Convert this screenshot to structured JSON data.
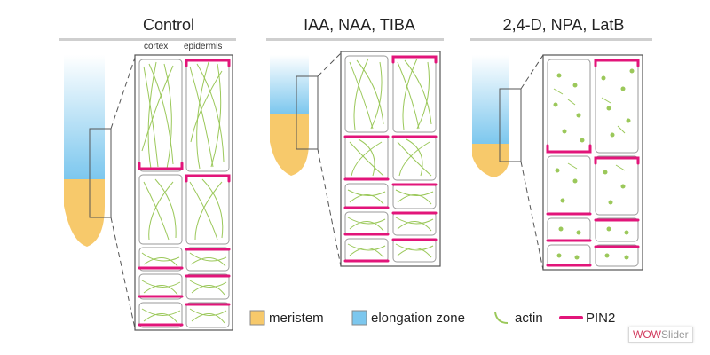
{
  "panels": [
    {
      "title": "Control"
    },
    {
      "title": "IAA, NAA, TIBA"
    },
    {
      "title": "2,4-D, NPA, LatB"
    }
  ],
  "column_labels": {
    "cortex": "cortex",
    "epidermis": "epidermis"
  },
  "legend": [
    {
      "label": "meristem",
      "icon": "meristem-swatch",
      "color": "#f7c96b"
    },
    {
      "label": "elongation zone",
      "icon": "elongation-swatch",
      "color": "#7cc7ee"
    },
    {
      "label": "actin",
      "icon": "actin-curve-icon",
      "color": "#9bc85a"
    },
    {
      "label": "PIN2",
      "icon": "pin2-bar-icon",
      "color": "#e2157a"
    }
  ],
  "watermark": {
    "part1": "WOW",
    "part2": "Slider"
  },
  "colors": {
    "meristem": "#f7c96b",
    "elongation": "#7cc7ee",
    "actin": "#9bc85a",
    "pin2": "#e2157a",
    "cell_border": "#9a9a9a"
  }
}
